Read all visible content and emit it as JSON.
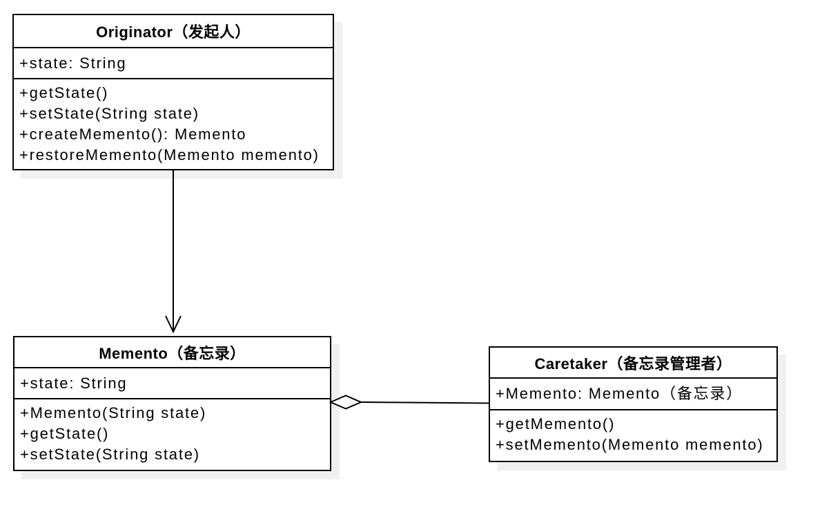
{
  "classes": {
    "originator": {
      "title": "Originator（发起人）",
      "attributes": [
        "+state: String"
      ],
      "methods": [
        "+getState()",
        "+setState(String state)",
        "+createMemento(): Memento",
        "+restoreMemento(Memento memento)"
      ]
    },
    "memento": {
      "title": "Memento（备忘录）",
      "attributes": [
        "+state: String"
      ],
      "methods": [
        "+Memento(String state)",
        "+getState()",
        "+setState(String state)"
      ]
    },
    "caretaker": {
      "title": "Caretaker（备忘录管理者）",
      "attributes": [
        "+Memento: Memento（备忘录）"
      ],
      "methods": [
        "+getMemento()",
        "+setMemento(Memento memento)"
      ]
    }
  },
  "relations": [
    {
      "from": "Originator",
      "to": "Memento",
      "type": "directed-association"
    },
    {
      "from": "Memento",
      "to": "Caretaker",
      "type": "aggregation"
    }
  ],
  "colors": {
    "background": "#ffffff",
    "box_fill": "#ffffff",
    "box_border": "#000000",
    "shadow": "#f0f0f0",
    "text": "#000000"
  }
}
